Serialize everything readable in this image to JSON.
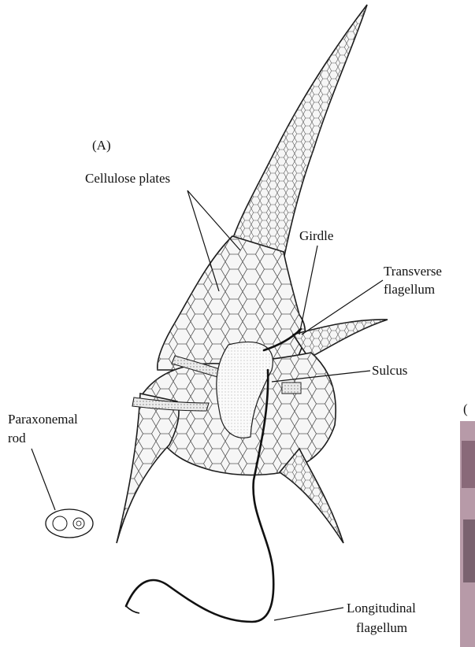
{
  "figure": {
    "panel_letter": "(A)",
    "panel_letter_partial": "(",
    "labels": {
      "cellulose_plates": "Cellulose plates",
      "girdle": "Girdle",
      "transverse_line1": "Transverse",
      "transverse_line2": "flagellum",
      "sulcus": "Sulcus",
      "paraxonemal_line1": "Paraxonemal",
      "paraxonemal_line2": "rod",
      "longitudinal_line1": "Longitudinal",
      "longitudinal_line2": "flagellum"
    }
  },
  "colors": {
    "ink": "#111111",
    "cell_fill": "#f6f6f6",
    "photo_panel": "#b79aa8"
  }
}
